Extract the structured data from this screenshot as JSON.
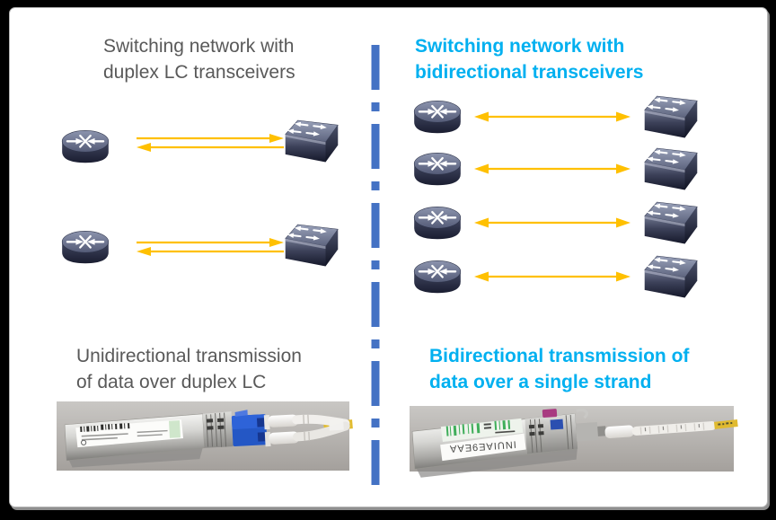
{
  "colors": {
    "divider-blue": "#4472C4",
    "headline-cyan": "#00B0F0",
    "headline-gray": "#595959",
    "arrow-yellow": "#FFC000"
  },
  "left_column": {
    "title_line1": "Switching network with",
    "title_line2": "duplex LC transceivers",
    "caption_line1": "Unidirectional transmission",
    "caption_line2": "of data over duplex LC",
    "link_rows": 2
  },
  "right_column": {
    "title_line1": "Switching network with",
    "title_line2": "bidirectional transceivers",
    "caption_line1": "Bidirectional transmission of",
    "caption_line2": "data over a single strand",
    "link_rows": 4,
    "transceiver_label": "INUIAE9EAA"
  }
}
